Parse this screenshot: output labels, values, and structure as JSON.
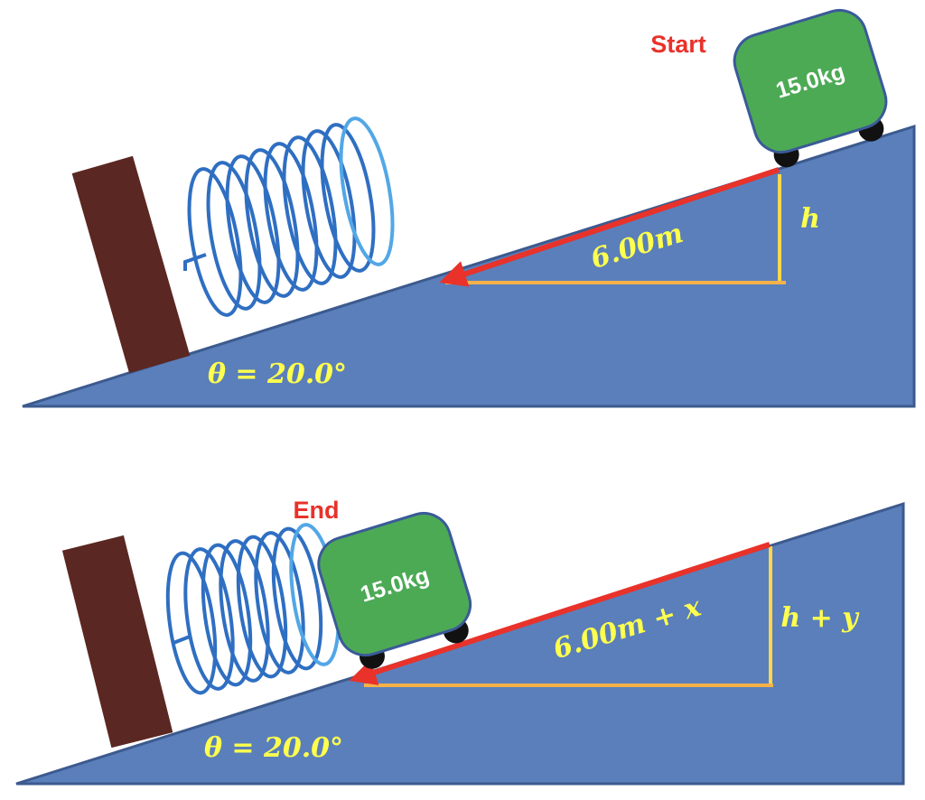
{
  "colors": {
    "ramp": "#5a7fbb",
    "ramp_edge": "#3c5a8e",
    "wall": "#5b2722",
    "spring": "#2f6fc2",
    "spring_light": "#52a7e6",
    "block": "#4caa55",
    "block_edge": "#3a5a98",
    "arrow": "#e8322a",
    "guide": "#ffd84a",
    "guide_base": "#f5b24a",
    "math_text": "#ffff4d",
    "label_red": "#e8322a"
  },
  "top_panel": {
    "state_label": "Start",
    "mass_label": "15.0kg",
    "distance_label": "6.00m",
    "height_label": "h",
    "angle_label": "θ = 20.0°"
  },
  "bottom_panel": {
    "state_label": "End",
    "mass_label": "15.0kg",
    "distance_label": "6.00m + x",
    "height_label": "h + y",
    "angle_label": "θ = 20.0°"
  }
}
